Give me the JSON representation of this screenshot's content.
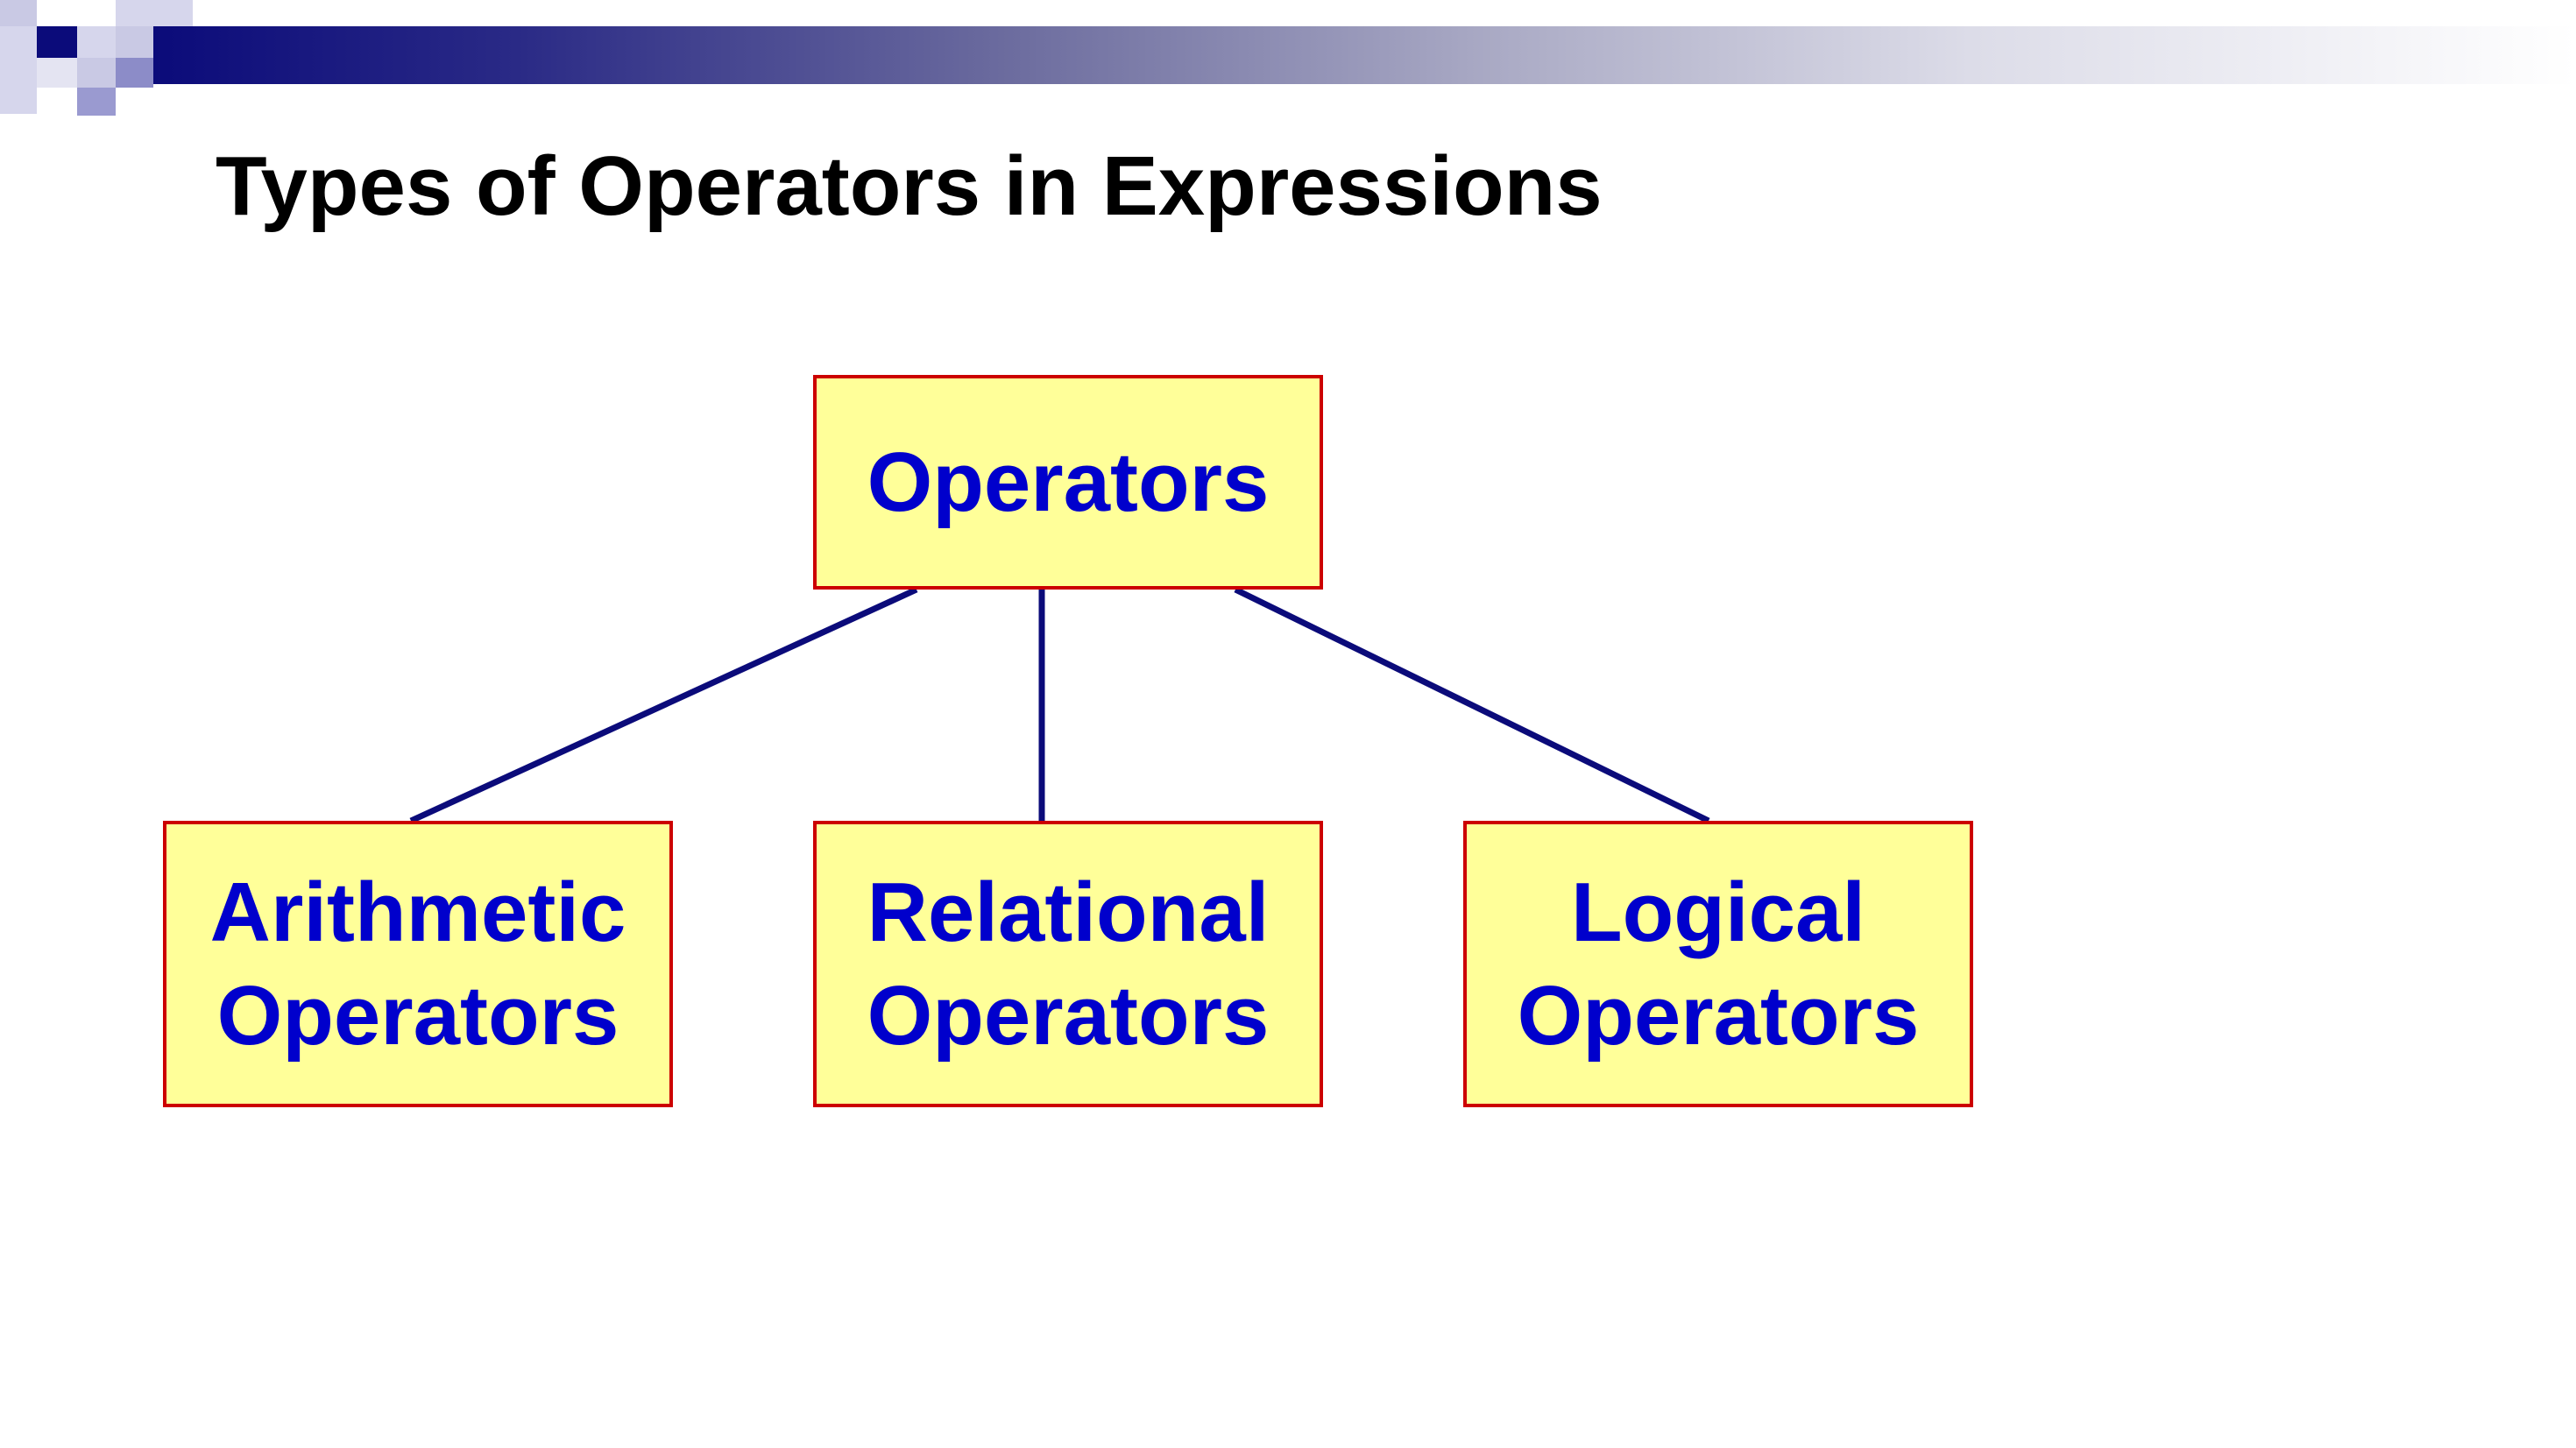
{
  "slide": {
    "title": "Types of Operators in Expressions"
  },
  "colors": {
    "header_dark": "#0b0b7a",
    "box_fill": "#ffff99",
    "box_border": "#cc0000",
    "box_text": "#0000cc",
    "connector": "#0b0b7a"
  },
  "diagram": {
    "root": {
      "line1": "Operators"
    },
    "children": [
      {
        "line1": "Arithmetic",
        "line2": "Operators"
      },
      {
        "line1": "Relational",
        "line2": "Operators"
      },
      {
        "line1": "Logical",
        "line2": "Operators"
      }
    ]
  }
}
